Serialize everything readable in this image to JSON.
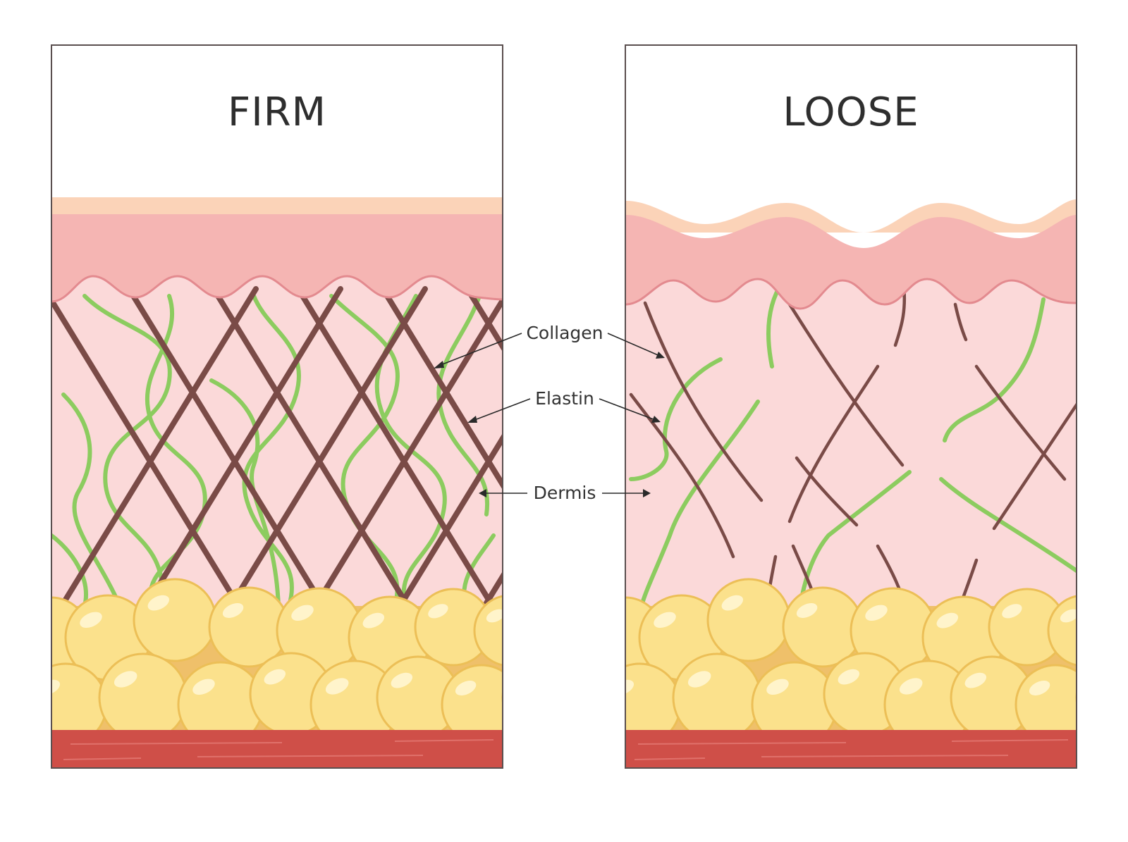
{
  "panels": {
    "left": {
      "title": "FIRM"
    },
    "right": {
      "title": "LOOSE"
    }
  },
  "callouts": {
    "collagen": "Collagen",
    "elastin": "Elastin",
    "dermis": "Dermis"
  },
  "colors": {
    "collagen": "#7a4b47",
    "elastin": "#8ccc5f",
    "dermis": "#fbd9d9",
    "epidermis": "#f5b5b3",
    "stratum": "#fbd3b8",
    "fat": "#fbe18c",
    "fat_bg": "#efc06a",
    "muscle": "#cf4f48"
  }
}
